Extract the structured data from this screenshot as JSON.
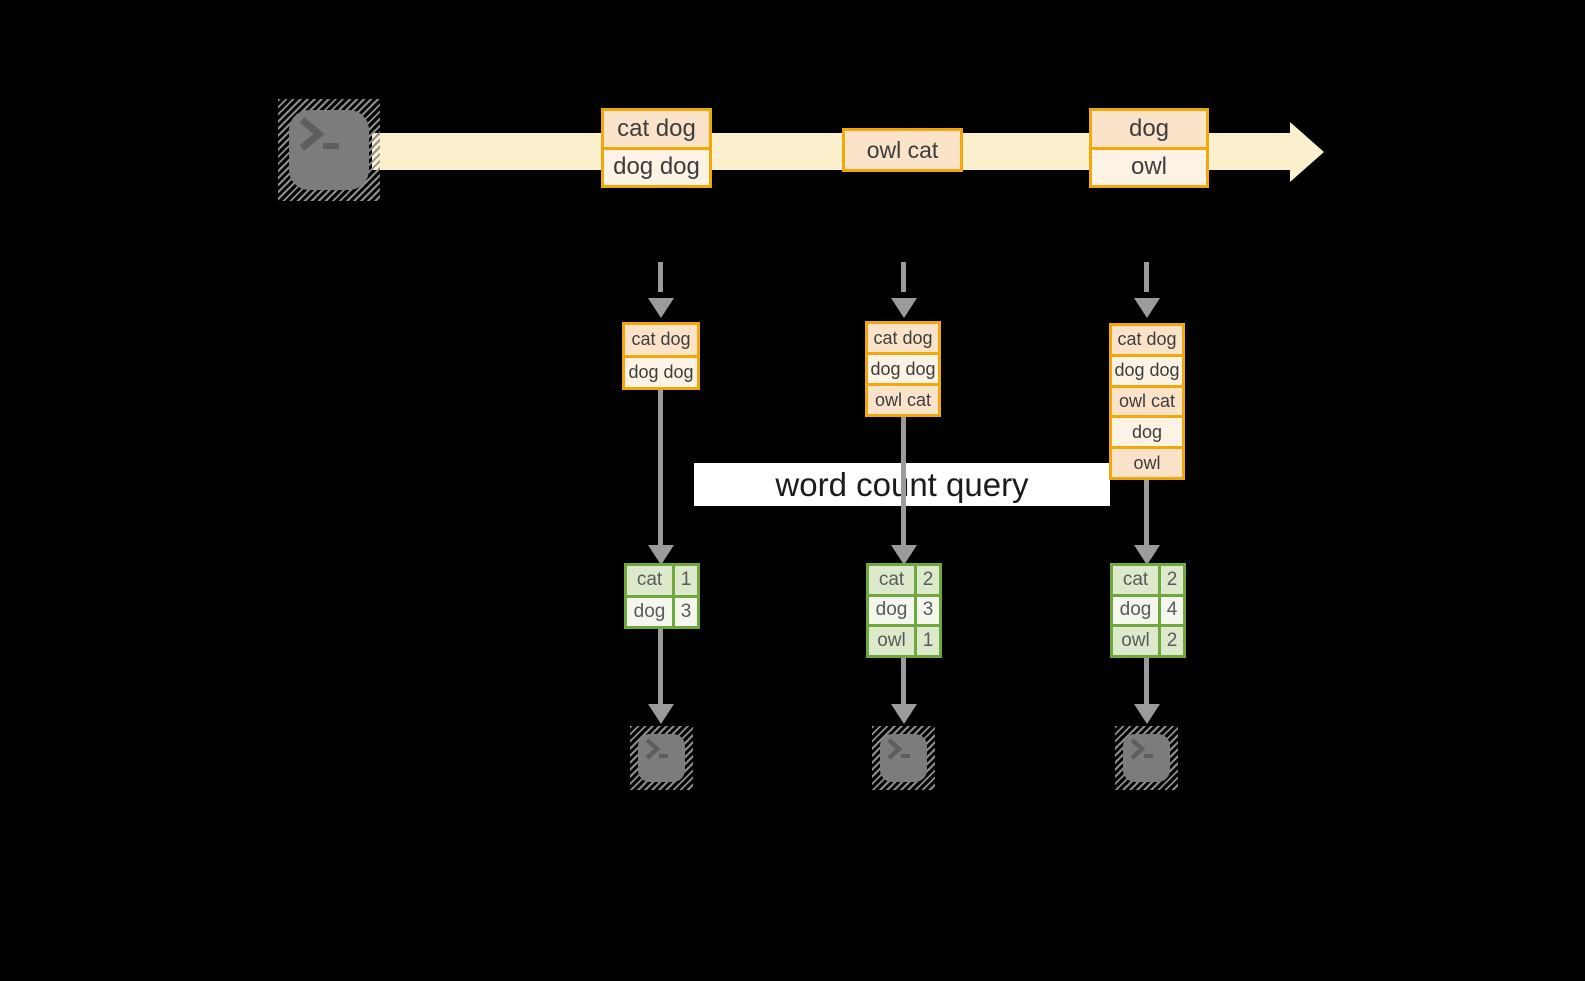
{
  "query_label": "word count query",
  "stream": {
    "batches": [
      {
        "rows": [
          "cat dog",
          "dog dog"
        ]
      },
      {
        "rows": [
          "owl cat"
        ]
      },
      {
        "rows": [
          "dog",
          "owl"
        ]
      }
    ]
  },
  "states": [
    {
      "rows": [
        "cat dog",
        "dog dog"
      ]
    },
    {
      "rows": [
        "cat dog",
        "dog dog",
        "owl cat"
      ]
    },
    {
      "rows": [
        "cat dog",
        "dog dog",
        "owl cat",
        "dog",
        "owl"
      ]
    }
  ],
  "counts": [
    {
      "rows": [
        {
          "word": "cat",
          "count": "1"
        },
        {
          "word": "dog",
          "count": "3"
        }
      ]
    },
    {
      "rows": [
        {
          "word": "cat",
          "count": "2"
        },
        {
          "word": "dog",
          "count": "3"
        },
        {
          "word": "owl",
          "count": "1"
        }
      ]
    },
    {
      "rows": [
        {
          "word": "cat",
          "count": "2"
        },
        {
          "word": "dog",
          "count": "4"
        },
        {
          "word": "owl",
          "count": "2"
        }
      ]
    }
  ],
  "colors": {
    "amber_border": "#F0A80A",
    "peach_fill": "#FAE3C9",
    "cream_fill": "#FDF3E4",
    "stream_band": "#FAF0CE",
    "green_border": "#70A83F",
    "green_fill": "#DDE9CB",
    "green_light_fill": "#F3F7ED",
    "arrow_gray": "#9B9B9B",
    "terminal_gray": "#7C7C7C",
    "query_band_bg": "#FFFFFF",
    "text_dark": "#3D3D3D"
  }
}
